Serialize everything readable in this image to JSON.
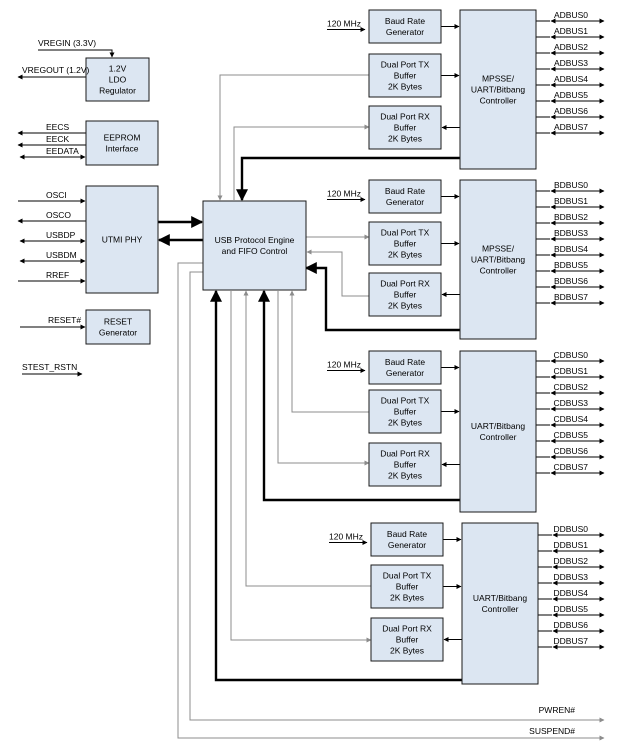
{
  "colors": {
    "block_fill": "#dce6f2",
    "block_stroke": "#1a1a1a",
    "line": "#000000",
    "grey_line": "#8c8c8c"
  },
  "blocks": {
    "ldo": [
      "1.2V",
      "LDO",
      "Regulator"
    ],
    "eeprom": [
      "EEPROM",
      "Interface"
    ],
    "utmi": [
      "UTMI PHY"
    ],
    "reset": [
      "RESET",
      "Generator"
    ],
    "usb": [
      "USB Protocol Engine",
      "and FIFO Control"
    ],
    "baud_a": [
      "Baud Rate",
      "Generator"
    ],
    "tx_a": [
      "Dual Port TX",
      "Buffer",
      "2K Bytes"
    ],
    "rx_a": [
      "Dual Port RX",
      "Buffer",
      "2K Bytes"
    ],
    "ctrl_a": [
      "MPSSE/",
      "UART/Bitbang",
      "Controller"
    ],
    "baud_b": [
      "Baud Rate",
      "Generator"
    ],
    "tx_b": [
      "Dual Port TX",
      "Buffer",
      "2K Bytes"
    ],
    "rx_b": [
      "Dual Port RX",
      "Buffer",
      "2K Bytes"
    ],
    "ctrl_b": [
      "MPSSE/",
      "UART/Bitbang",
      "Controller"
    ],
    "baud_c": [
      "Baud Rate",
      "Generator"
    ],
    "tx_c": [
      "Dual Port TX",
      "Buffer",
      "2K Bytes"
    ],
    "rx_c": [
      "Dual Port RX",
      "Buffer",
      "2K Bytes"
    ],
    "ctrl_c": [
      "UART/Bitbang",
      "Controller"
    ],
    "baud_d": [
      "Baud Rate",
      "Generator"
    ],
    "tx_d": [
      "Dual Port TX",
      "Buffer",
      "2K Bytes"
    ],
    "rx_d": [
      "Dual Port RX",
      "Buffer",
      "2K Bytes"
    ],
    "ctrl_d": [
      "UART/Bitbang",
      "Controller"
    ]
  },
  "signals": {
    "vregin": "VREGIN (3.3V)",
    "vregout": "VREGOUT (1.2V)",
    "eecs": "EECS",
    "eeck": "EECK",
    "eedata": "EEDATA",
    "osci": "OSCI",
    "osco": "OSCO",
    "usbdp": "USBDP",
    "usbdm": "USBDM",
    "rref": "RREF",
    "reset": "RESET#",
    "stest": "STEST_RSTN",
    "clk_a": "120 MHz",
    "clk_b": "120 MHz",
    "clk_c": "120 MHz",
    "clk_d": "120 MHz",
    "pwren": "PWREN#",
    "suspend": "SUSPEND#"
  },
  "buses": {
    "a": [
      "ADBUS0",
      "ADBUS1",
      "ADBUS2",
      "ADBUS3",
      "ADBUS4",
      "ADBUS5",
      "ADBUS6",
      "ADBUS7"
    ],
    "b": [
      "BDBUS0",
      "BDBUS1",
      "BDBUS2",
      "BDBUS3",
      "BDBUS4",
      "BDBUS5",
      "BDBUS6",
      "BDBUS7"
    ],
    "c": [
      "CDBUS0",
      "CDBUS1",
      "CDBUS2",
      "CDBUS3",
      "CDBUS4",
      "CDBUS5",
      "CDBUS6",
      "CDBUS7"
    ],
    "d": [
      "DDBUS0",
      "DDBUS1",
      "DDBUS2",
      "DDBUS3",
      "DDBUS4",
      "DDBUS5",
      "DDBUS6",
      "DDBUS7"
    ]
  }
}
